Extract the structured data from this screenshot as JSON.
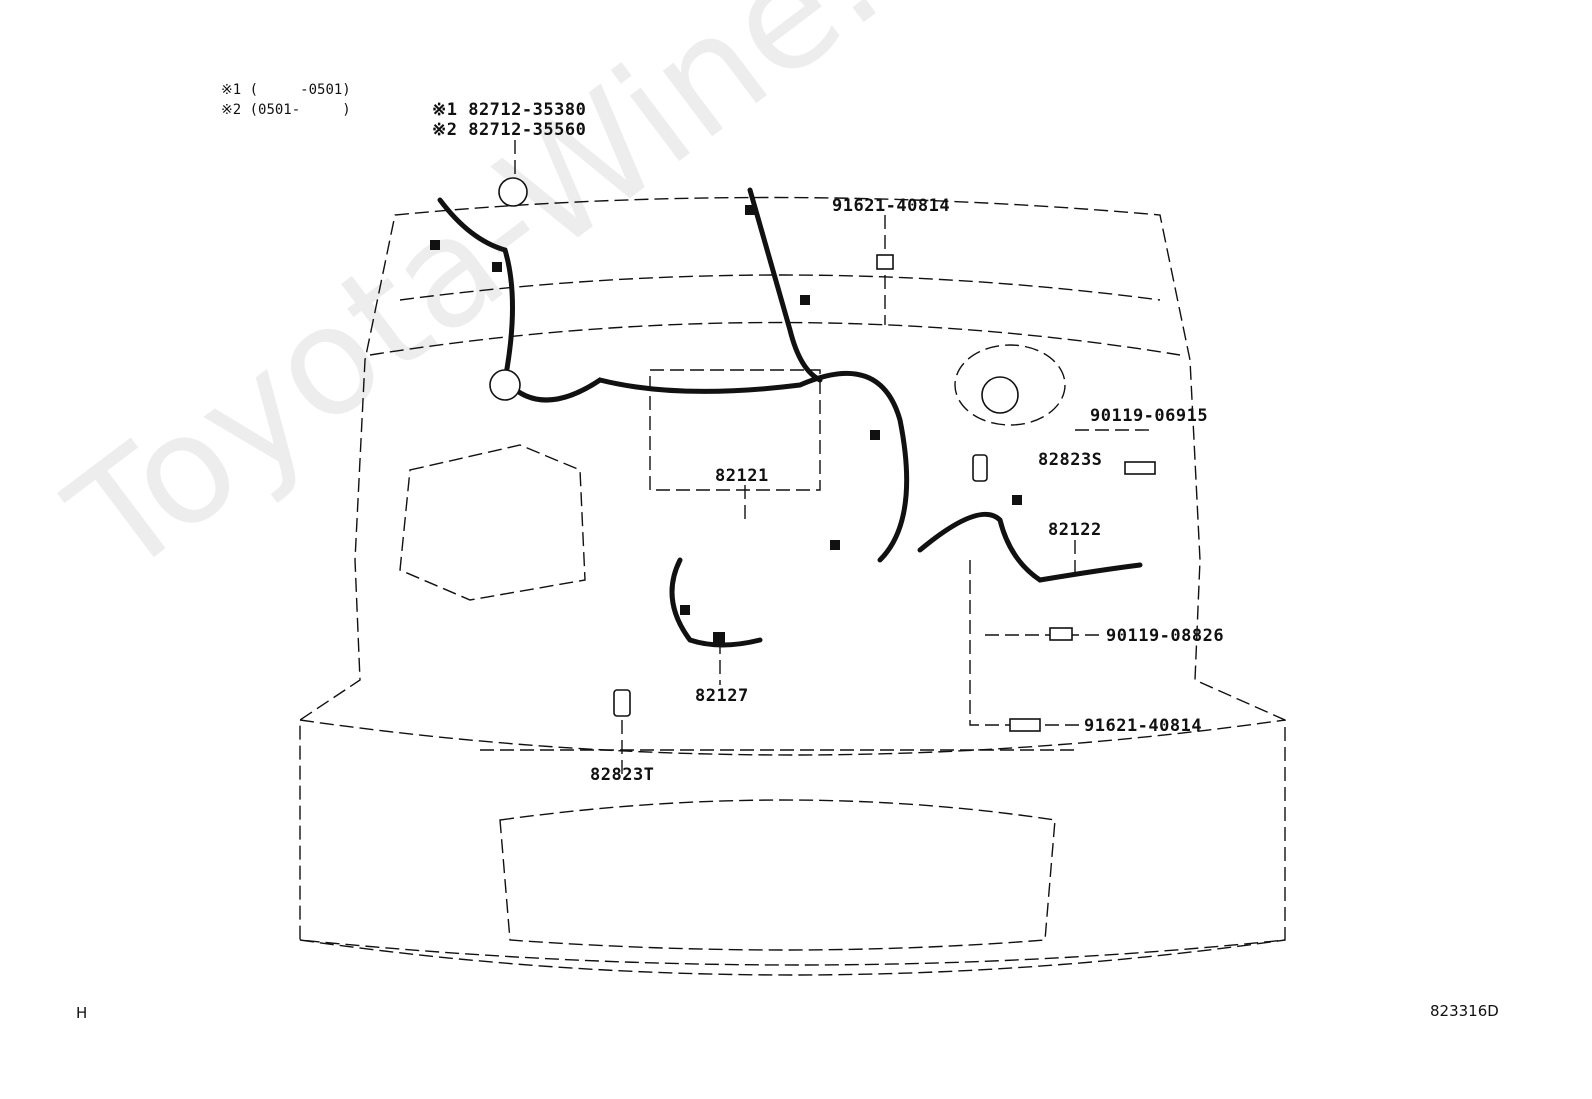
{
  "notes": {
    "note1": "※1 (     -0501)",
    "note2": "※2 (0501-     )"
  },
  "parts": {
    "grommet_1": "※1 82712-35380",
    "grommet_2": "※2 82712-35560",
    "bolt_top": "91621-40814",
    "bolt_right": "90119-06915",
    "clamp_right": "82823S",
    "harness_main": "82121",
    "harness_right": "82122",
    "bolt_mid": "90119-08826",
    "harness_small": "82127",
    "bolt_bottom": "91621-40814",
    "clamp_left": "82823T"
  },
  "corner_left": "H",
  "corner_right": "823316D",
  "watermark": "Toyota-Wine.ru"
}
